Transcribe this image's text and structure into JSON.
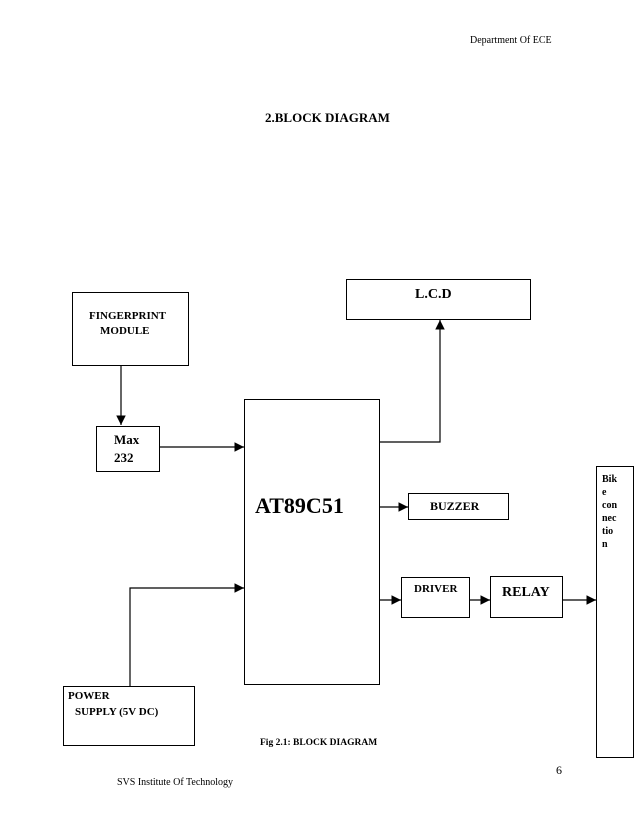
{
  "header": {
    "department": "Department Of ECE"
  },
  "heading": {
    "title": "2.BLOCK DIAGRAM"
  },
  "blocks": {
    "fingerprint": {
      "line1": "FINGERPRINT",
      "line2": "MODULE"
    },
    "max232": {
      "line1": "Max",
      "line2": "232"
    },
    "lcd": {
      "label": "L.C.D"
    },
    "mcu": {
      "label": "AT89C51"
    },
    "buzzer": {
      "label": "BUZZER"
    },
    "driver": {
      "label": "DRIVER"
    },
    "relay": {
      "label": "RELAY"
    },
    "power": {
      "line1": "POWER",
      "line2": "SUPPLY (5V DC)"
    },
    "bike": {
      "lines": [
        "Bik",
        "e",
        "con",
        "nec",
        "tio",
        "n"
      ]
    }
  },
  "caption": {
    "text": "Fig 2.1: BLOCK DIAGRAM"
  },
  "footer": {
    "page_number": "6",
    "institute": "SVS Institute Of Technology"
  }
}
